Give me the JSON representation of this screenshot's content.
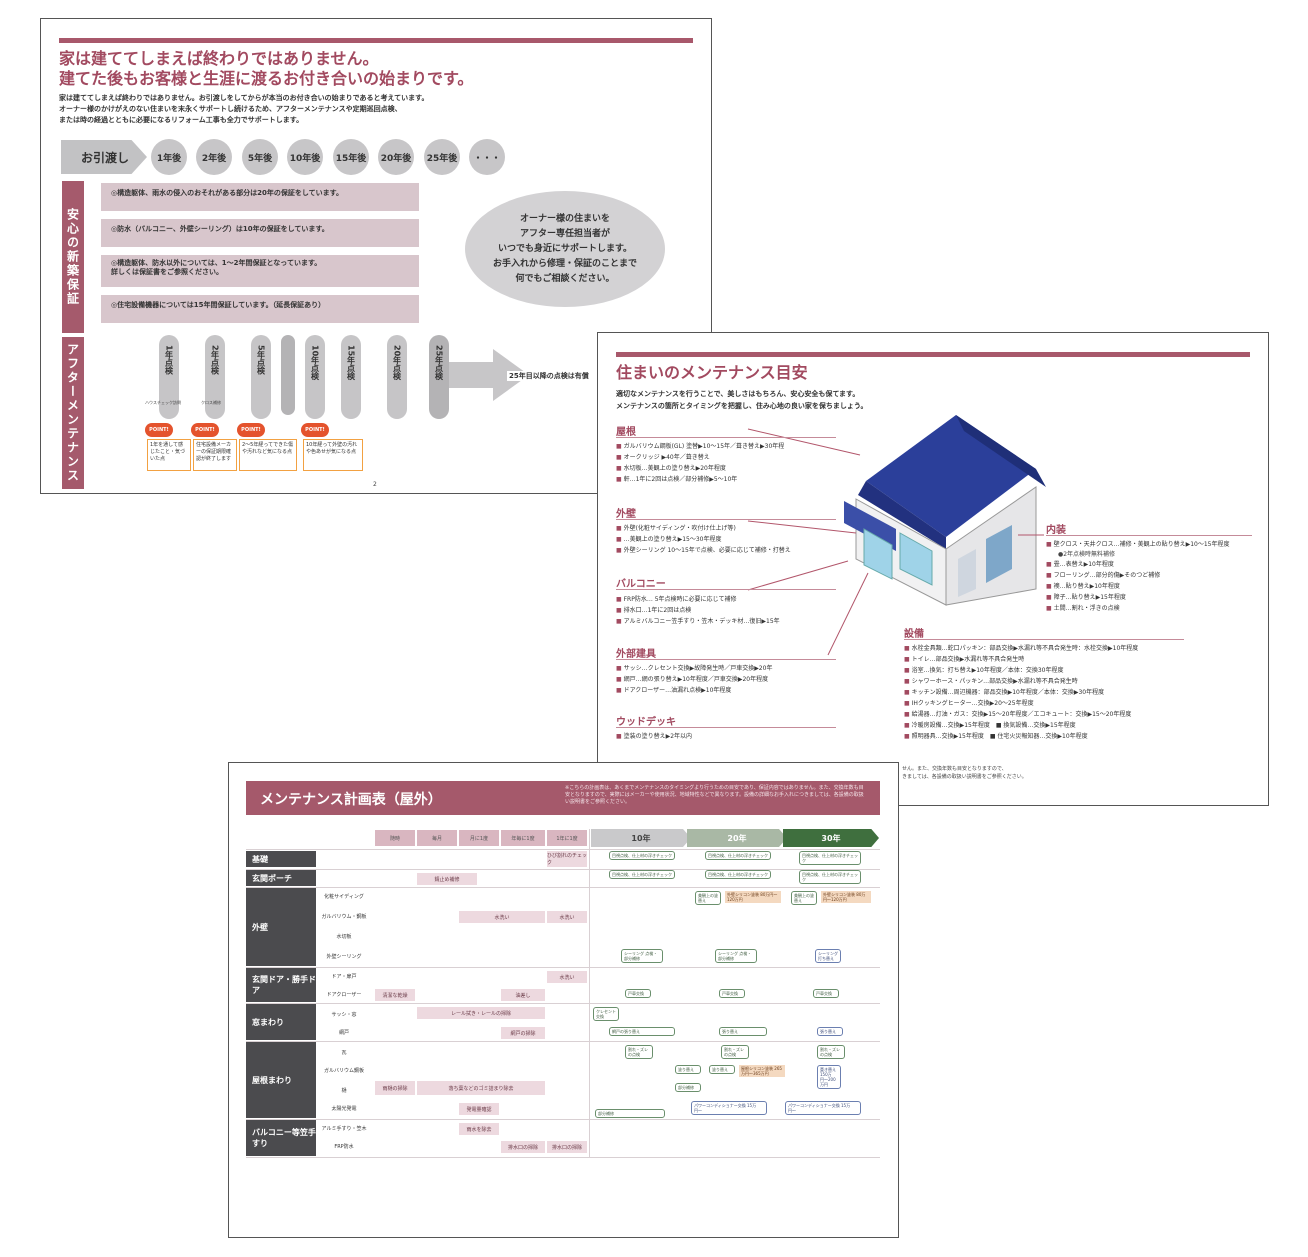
{
  "sheet1": {
    "heading_line1": "家は建ててしまえば終わりではありません。",
    "heading_line2": "建てた後もお客様と生涯に渡るお付き合いの始まりです。",
    "intro": [
      "家は建ててしまえば終わりではありません。お引渡しをしてからが本当のお付き合いの始まりであると考えています。",
      "オーナー様のかけがえのない住まいを末永くサポートし続けるため、アフターメンテナンスや定期巡回点検、",
      "または時の経過とともに必要になるリフォーム工事も全力でサポートします。"
    ],
    "move_in": "お引渡し",
    "years": [
      "1年後",
      "2年後",
      "5年後",
      "10年後",
      "15年後",
      "20年後",
      "25年後",
      "・・・"
    ],
    "warranty_label": "安心の新築保証",
    "warranty_rows": [
      "◎構造躯体、雨水の侵入のおそれがある部分は20年の保証をしています。",
      "◎防水（バルコニー、外壁シーリング）は10年の保証をしています。",
      "◎構造躯体、防水以外については、1〜2年間保証となっています。\n詳しくは保証書をご参照ください。",
      "◎住宅設備機器については15年間保証しています。（延長保証あり）"
    ],
    "oval_text": "オーナー様の住まいを\nアフター専任担当者が\nいつでも身近にサポートします。\nお手入れから修理・保証のことまで\n何でもご相談ください。",
    "aftermaint_label": "アフターメンテナンス",
    "inspections": [
      "1年点検",
      "2年点検",
      "5年点検",
      "10年点検",
      "15年点検",
      "20年点検",
      "25年点検"
    ],
    "inspection_small": [
      "ハウスチェック訪問",
      "クロス補修"
    ],
    "after25": "25年目以降の点検は有償",
    "point": "POINT!",
    "point_texts": [
      "1年を通して感じたこと・気づいた点",
      "住宅設備メーカーの保証期限確認が終了します",
      "2〜5年経ってできた傷や汚れなど気になる点",
      "10年経って外壁の汚れや色あせが気になる点"
    ],
    "page_no": "2"
  },
  "sheet2": {
    "title": "住まいのメンテナンス目安",
    "intro": [
      "適切なメンテナンスを行うことで、美しさはもちろん、安心安全も保てます。",
      "メンテナンスの箇所とタイミングを把握し、住み心地の良い家を保ちましょう。"
    ],
    "sections": [
      {
        "name": "屋根",
        "items": [
          "ガルバリウム鋼板(GL) 塗替▶10〜15年／葺き替え▶30年程",
          "オークリッジ ▶40年／葺き替え",
          "水切板…美観上の塗り替え▶20年程度",
          "軒…1年に2回は点検／部分補修▶5〜10年"
        ]
      },
      {
        "name": "外壁",
        "items": [
          "外壁(化粧サイディング・吹付け仕上げ等)",
          "…美観上の塗り替え▶15〜30年程度",
          "外壁シーリング 10〜15年で点検、必要に応じて補修・打替え"
        ]
      },
      {
        "name": "バルコニー",
        "items": [
          "FRP防水… 5年点検時に必要に応じて補修",
          "排水口…1年に2回は点検",
          "アルミバルコニー笠手すり・笠木・デッキ材…復旧▶15年"
        ]
      },
      {
        "name": "外部建具",
        "items": [
          "サッシ…クレセント交換▶故障発生時／戸車交換▶20年",
          "網戸…網の張り替え▶10年程度／戸車交換▶20年程度",
          "ドアクローザー…油漏れ点検▶10年程度"
        ]
      },
      {
        "name": "ウッドデッキ",
        "items": [
          "塗装の塗り替え▶2年以内"
        ]
      },
      {
        "name": "内装",
        "items": [
          "壁クロス・天井クロス…補修・美観上の貼り替え▶10〜15年程度",
          "●2年点検時無料補修",
          "畳…表替え▶10年程度",
          "フローリング…部分的傷▶そのつど補修",
          "襖…貼り替え▶10年程度",
          "障子…貼り替え▶15年程度",
          "土間…割れ・浮きの点検"
        ]
      },
      {
        "name": "設備",
        "items": [
          "水栓金具類…蛇口パッキン：部品交換▶水漏れ等不具合発生時：水栓交換▶10年程度",
          "トイレ…部品交換▶水漏れ等不具合発生時",
          "浴室…換気：打ち替え▶10年程度／本体：交換30年程度",
          "シャワーホース・パッキン…部品交換▶水漏れ等不具合発生時",
          "キッチン設備…周辺機器：部品交換▶10年程度／本体：交換▶30年程度",
          "IHクッキングヒーター…交換▶20〜25年程度",
          "給湯器…灯油・ガス：交換▶15〜20年程度／エコキュート：交換▶15〜20年程度",
          "冷暖房設備…交換▶15年程度　■ 換気設備…交換▶15年程度",
          "照明器具…交換▶15年程度　■ 住宅火災報知器…交換▶10年程度"
        ]
      }
    ],
    "footnote": "せん。また、交換年数も目安となりますので、\nきましては、各設備の取扱い説明書をご参照ください。"
  },
  "sheet3": {
    "title": "メンテナンス計画表（屋外）",
    "note": "※こちらの計画表は、あくまでメンテナンスのタイミングより行うための目安であり、保証内容ではありません。また、交換年数も目安となりますので、実際にはメーカーや使用状況、地域特性などで異なります。設備の詳細なお手入れにつきましては、各設備の取扱い説明書をご参照ください。",
    "col_heads": [
      "随時",
      "毎月",
      "月に1度",
      "年毎に1度",
      "1年に1度",
      "10年",
      "20年",
      "30年"
    ],
    "decades": [
      "10年",
      "20年",
      "30年"
    ],
    "rows": [
      {
        "group": "基礎",
        "sub": ""
      },
      {
        "group": "玄関ポーチ",
        "sub": ""
      },
      {
        "group": "外壁",
        "subs": [
          "化粧サイディング",
          "ガルバリウム・鋼板",
          "水切板",
          "外壁シーリング"
        ]
      },
      {
        "group": "玄関ドア・勝手ドア",
        "subs": [
          "ドア・扉戸",
          "ドアクローザー"
        ]
      },
      {
        "group": "窓まわり",
        "subs": [
          "サッシ・窓",
          "網戸"
        ]
      },
      {
        "group": "屋根まわり",
        "subs": [
          "瓦",
          "ガルバリウム鋼板",
          "樋",
          "太陽光発電"
        ]
      },
      {
        "group": "バルコニー等笠手すり",
        "subs": [
          "アルミ手すり・笠木",
          "FRP防水"
        ]
      }
    ],
    "cells": [
      "錆止め補修",
      "水洗い",
      "水洗い",
      "清潔な乾燥",
      "油差し",
      "水洗い",
      "レール拭き・レールの掃除",
      "網戸の掃除",
      "雨樋の掃除",
      "落ち葉などのゴミ詰まり除去",
      "発電量確認",
      "雨水を除去",
      "排水口の掃除",
      "ひび割れのチェック",
      "排水口の掃除"
    ],
    "boxes": [
      "目視点検、仕上材の浮きチェック",
      "美観上の塗替え",
      "外壁シリコン塗装 80万円〜120万円",
      "シーリング 点検・部分補修",
      "シーリング 打ち替え",
      "戸車交換",
      "クレセント交換",
      "張り替え",
      "割れ・ズレの点検",
      "塗り替え",
      "屋根シリコン塗装 265万円〜365万円",
      "葺き替え 150万円〜200万円",
      "パワーコンディショナー交換 15万円〜",
      "部分補修",
      "網戸の張り替え"
    ]
  }
}
